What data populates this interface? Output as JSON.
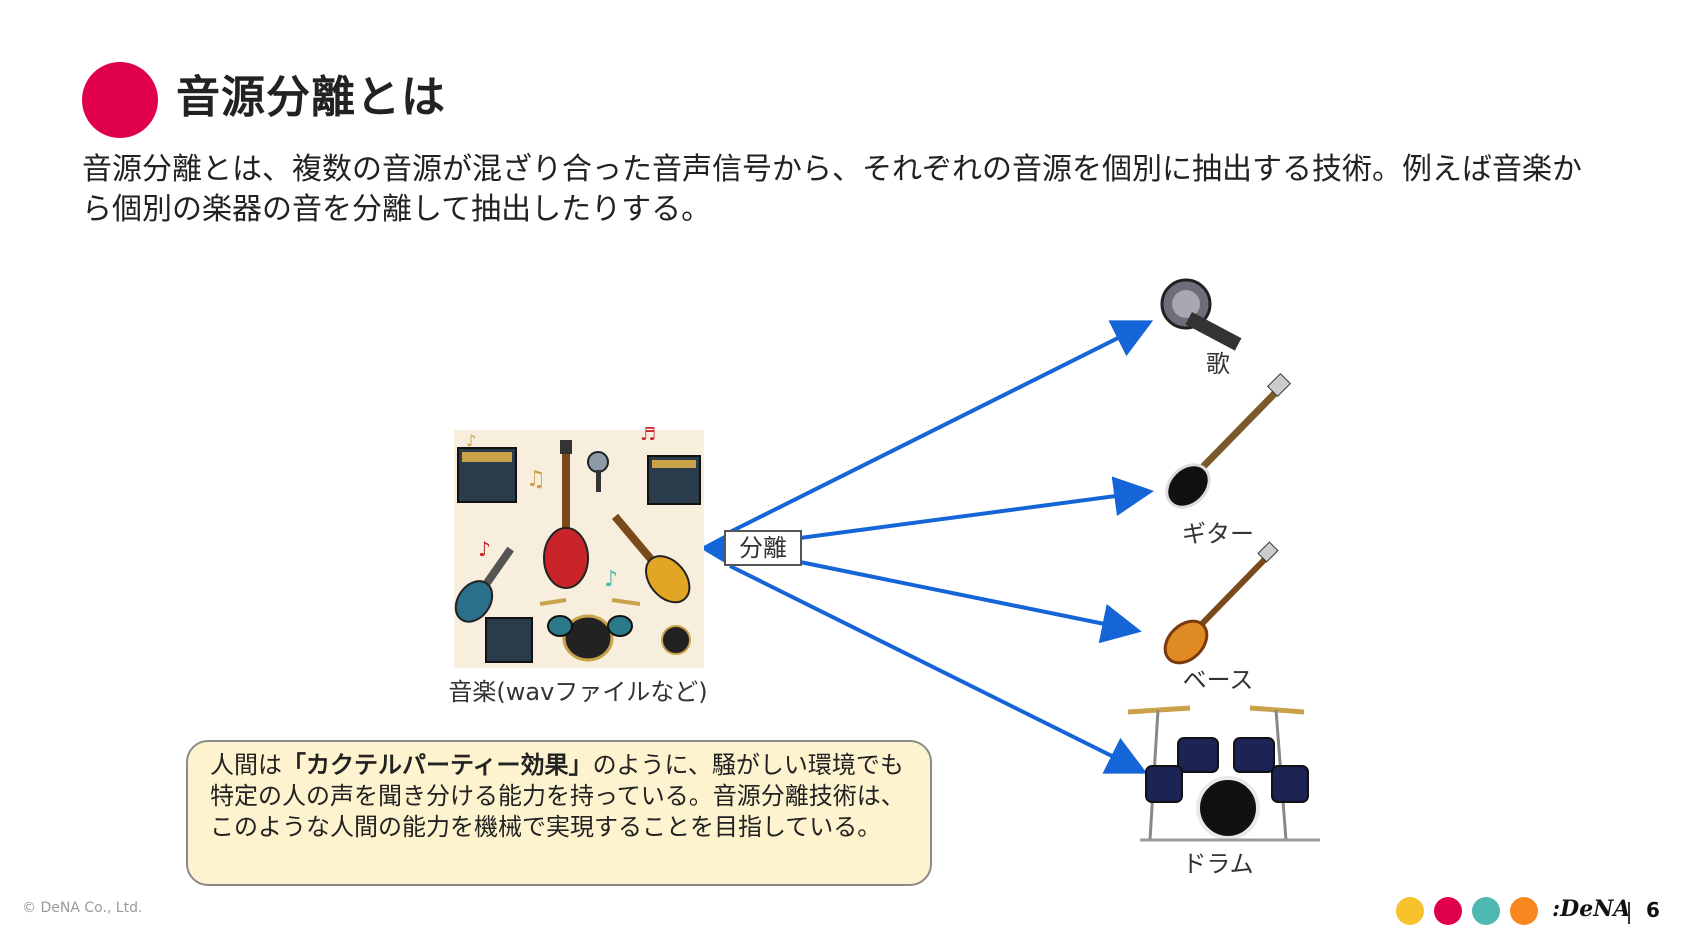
{
  "slide": {
    "title": "音源分離とは",
    "description": "音源分離とは、複数の音源が混ざり合った音声信号から、それぞれの音源を個別に抽出する技術。例えば音楽から個別の楽器の音を分離して抽出したりする。"
  },
  "diagram": {
    "source_label": "音楽(wavファイルなど)",
    "separation_label": "分離",
    "outputs": [
      {
        "label": "歌",
        "icon": "microphone-icon"
      },
      {
        "label": "ギター",
        "icon": "electric-guitar-icon"
      },
      {
        "label": "ベース",
        "icon": "bass-guitar-icon"
      },
      {
        "label": "ドラム",
        "icon": "drum-kit-icon"
      }
    ],
    "arrow_color": "#1565d8"
  },
  "note": {
    "prefix": "人間は",
    "highlight": "「カクテルパーティー効果」",
    "suffix": "のように、騒がしい環境でも特定の人の声を聞き分ける能力を持っている。音源分離技術は、このような人間の能力を機械で実現することを目指している。"
  },
  "footer": {
    "copyright": "© DeNA Co., Ltd.",
    "brand": ":DeNA",
    "page_number": "6",
    "dot_colors": [
      "#f7c22c",
      "#e0004d",
      "#4fb8b2",
      "#f7871e"
    ]
  },
  "colors": {
    "accent": "#e0004d",
    "note_background": "#fdf3cf"
  }
}
